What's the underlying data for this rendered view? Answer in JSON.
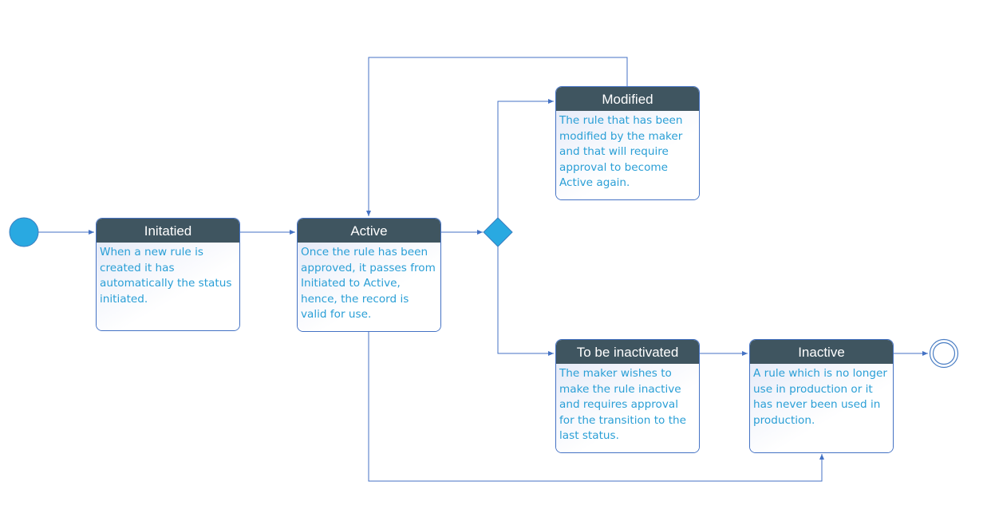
{
  "colors": {
    "header": "#3f5560",
    "body_text": "#2a9fd6",
    "connector": "#4472c4",
    "node_fill": "#29a9e1"
  },
  "states": {
    "initiated": {
      "title": "Initatied",
      "description": "When a new rule is created it has automatically the status initiated."
    },
    "active": {
      "title": "Active",
      "description": "Once the rule has been approved, it passes from Initiated to Active, hence, the record is valid for use."
    },
    "modified": {
      "title": "Modified",
      "description": "The rule that has been modified by the maker and that will require approval to become Active again."
    },
    "to_be_inactivated": {
      "title": "To be inactivated",
      "description": "The maker wishes to make the rule inactive and requires approval for the transition to the last status."
    },
    "inactive": {
      "title": "Inactive",
      "description": "A rule which is no longer use in production or it has never been used in production."
    }
  }
}
